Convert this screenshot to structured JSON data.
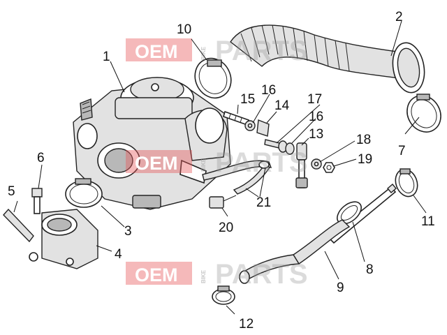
{
  "diagram": {
    "part_labels": [
      "1",
      "2",
      "3",
      "4",
      "5",
      "6",
      "7",
      "8",
      "9",
      "10",
      "11",
      "12",
      "13",
      "14",
      "15",
      "16",
      "16",
      "17",
      "18",
      "19",
      "20",
      "21"
    ]
  },
  "watermark": {
    "brand_left": "OEM",
    "brand_small": "BIKE",
    "brand_right": "PARTS"
  }
}
